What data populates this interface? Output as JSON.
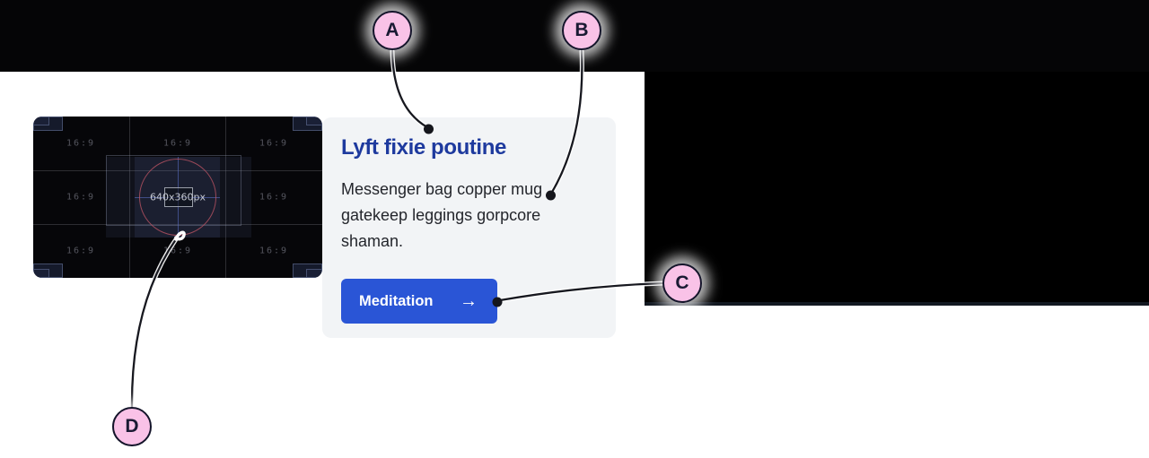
{
  "annotations": {
    "markers": [
      {
        "label": "A"
      },
      {
        "label": "B"
      },
      {
        "label": "C"
      },
      {
        "label": "D"
      }
    ]
  },
  "card": {
    "image_placeholder": {
      "size_label": "640x360px",
      "aspect_label": "16:9"
    },
    "title": "Lyft fixie poutine",
    "description": "Messenger bag copper mug gatekeep leggings gorpcore shaman.",
    "button": {
      "label": "Meditation",
      "arrow_glyph": "→"
    }
  },
  "colors": {
    "top_bar": "#050506",
    "media_block": "#000000",
    "panel_background": "#f2f4f6",
    "title_text": "#1e3a9e",
    "body_text": "#24262c",
    "button_background": "#2a55d6",
    "button_text": "#ffffff",
    "marker_fill": "#f9c2e7",
    "marker_border": "#14142a",
    "leader_line": "#17181f",
    "safe_circle": "#8a4752"
  }
}
